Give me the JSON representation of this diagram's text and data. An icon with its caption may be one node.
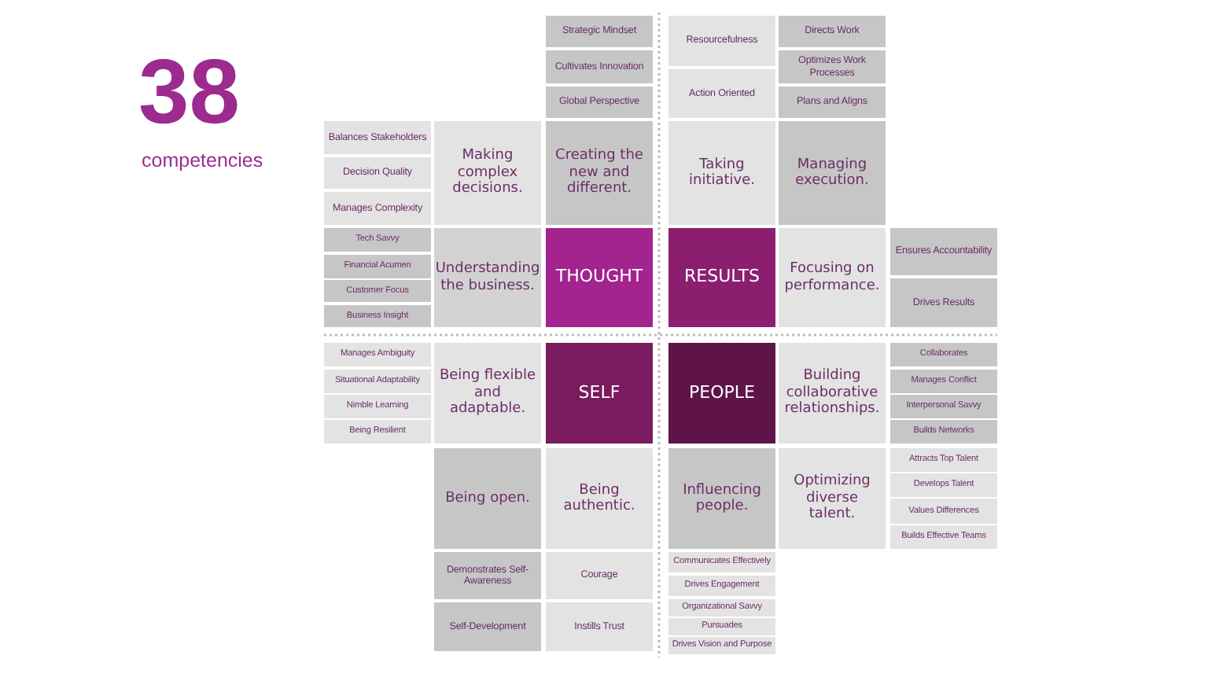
{
  "diagram": {
    "nodes": [
      {
        "text": [
          "Strategic Mindset"
        ]
      },
      {
        "text": [
          "Resourcefulness"
        ]
      },
      {
        "text": [
          "Directs Work"
        ]
      },
      {
        "text": [
          "Cultivates Innovation"
        ]
      },
      {
        "text": [
          "Optimizes Work Processes"
        ]
      },
      {
        "text": [
          "Action Oriented"
        ]
      },
      {
        "text": [
          "Global Perspective"
        ]
      },
      {
        "text": [
          "Plans and Aligns"
        ]
      },
      {
        "text": [
          "Balances Stakeholders"
        ]
      },
      {
        "text": [
          "Making complex decisions."
        ]
      },
      {
        "text": [
          "Creating the new and different."
        ]
      },
      {
        "text": [
          "Taking initiative."
        ]
      },
      {
        "text": [
          "Managing execution."
        ]
      },
      {
        "text": [
          "Decision Quality"
        ]
      },
      {
        "text": [
          "Manages Complexity"
        ]
      },
      {
        "text": [
          "Tech Savvy"
        ]
      },
      {
        "text": [
          "Understanding the business."
        ]
      },
      {
        "text": [
          "THOUGHT"
        ]
      },
      {
        "text": [
          "RESULTS"
        ]
      },
      {
        "text": [
          "Focusing on performance."
        ]
      },
      {
        "text": [
          "Ensures Accountability"
        ]
      },
      {
        "text": [
          "Financial Acumen"
        ]
      },
      {
        "text": [
          "Drives Results"
        ]
      },
      {
        "text": [
          "Customer Focus"
        ]
      },
      {
        "text": [
          "Business Insight"
        ]
      },
      {
        "text": [
          "Manages Ambiguity"
        ]
      },
      {
        "text": [
          "Being flexible and adaptable."
        ]
      },
      {
        "text": [
          "SELF"
        ]
      },
      {
        "text": [
          "PEOPLE"
        ]
      },
      {
        "text": [
          "Building collaborative relationships."
        ]
      },
      {
        "text": [
          "Collaborates"
        ]
      },
      {
        "text": [
          "Situational Adaptability"
        ]
      },
      {
        "text": [
          "Manages Conflict"
        ]
      },
      {
        "text": [
          "Nimble Learning"
        ]
      },
      {
        "text": [
          "Interpersonal Savvy"
        ]
      },
      {
        "text": [
          "Being Resilient"
        ]
      },
      {
        "text": [
          "Builds Networks"
        ]
      },
      {
        "text": [
          "Being open."
        ]
      },
      {
        "text": [
          "Being authentic."
        ]
      },
      {
        "text": [
          "Influencing people."
        ]
      },
      {
        "text": [
          "Optimizing diverse talent."
        ]
      },
      {
        "text": [
          "Attracts Top Talent"
        ]
      },
      {
        "text": [
          "Develops Talent"
        ]
      },
      {
        "text": [
          "Values Differences"
        ]
      },
      {
        "text": [
          "Builds Effective Teams"
        ]
      },
      {
        "text": [
          "Demonstrates Self-Awareness"
        ]
      },
      {
        "text": [
          "Courage"
        ]
      },
      {
        "text": [
          "Communicates Effectively"
        ]
      },
      {
        "text": [
          "Drives Engagement"
        ]
      },
      {
        "text": [
          "Organizational Savvy"
        ]
      },
      {
        "text": [
          "Self-Development"
        ]
      },
      {
        "text": [
          "Instills Trust"
        ]
      },
      {
        "text": [
          "Pursuades"
        ]
      },
      {
        "text": [
          "Drives Vision and Purpose"
        ]
      }
    ],
    "labels": [
      "38",
      "competencies"
    ]
  }
}
